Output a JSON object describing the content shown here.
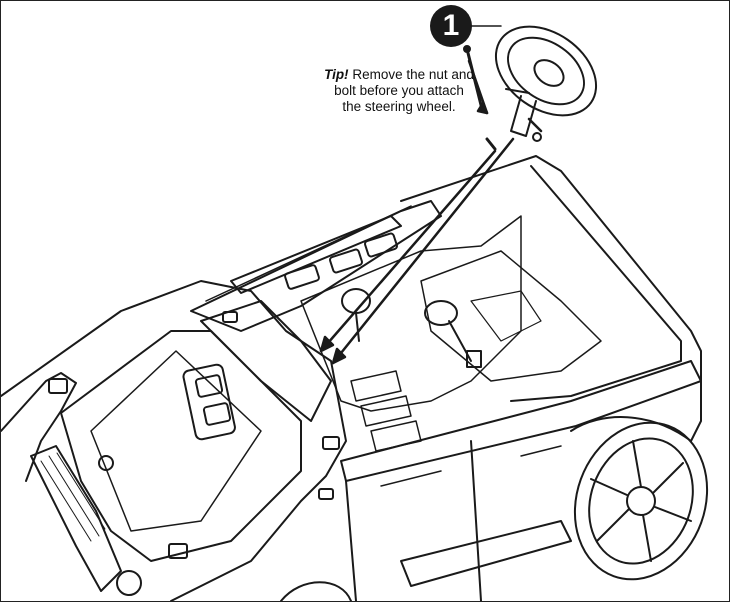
{
  "step": {
    "number": "1"
  },
  "tip": {
    "label": "Tip!",
    "line1": "Remove the nut and",
    "line2": "bolt before you attach",
    "line3": "the steering wheel."
  },
  "colors": {
    "ink": "#1a1a1a",
    "paper": "#ffffff"
  }
}
